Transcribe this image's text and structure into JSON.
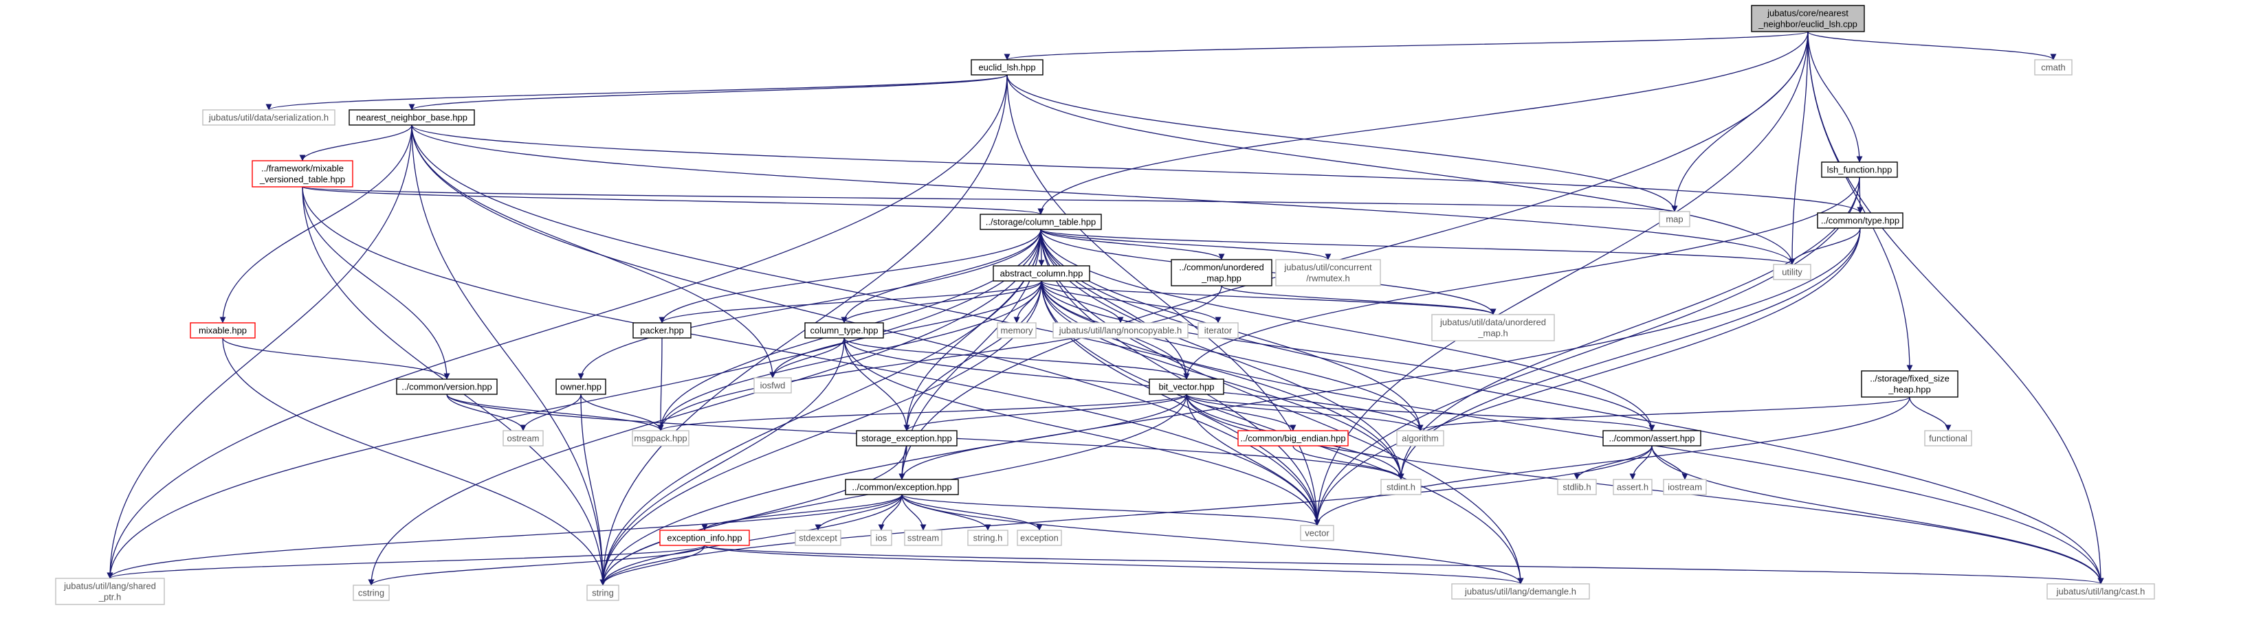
{
  "nodes": [
    {
      "id": "root",
      "style": "root",
      "lines": [
        "jubatus/core/nearest",
        "_neighbor/euclid_lsh.cpp"
      ]
    },
    {
      "id": "euclid_lsh_hpp",
      "style": "black",
      "lines": [
        "euclid_lsh.hpp"
      ]
    },
    {
      "id": "cmath",
      "style": "gray",
      "lines": [
        "cmath"
      ]
    },
    {
      "id": "serialization_h",
      "style": "gray",
      "lines": [
        "jubatus/util/data/serialization.h"
      ]
    },
    {
      "id": "nearest_neighbor_base_hpp",
      "style": "black",
      "lines": [
        "nearest_neighbor_base.hpp"
      ]
    },
    {
      "id": "lsh_function_hpp",
      "style": "black",
      "lines": [
        "lsh_function.hpp"
      ]
    },
    {
      "id": "versioned_table_hpp",
      "style": "red",
      "lines": [
        "../framework/mixable",
        "_versioned_table.hpp"
      ]
    },
    {
      "id": "map",
      "style": "gray",
      "lines": [
        "map"
      ]
    },
    {
      "id": "common_type_hpp",
      "style": "black",
      "lines": [
        "../common/type.hpp"
      ]
    },
    {
      "id": "column_table_hpp",
      "style": "black",
      "lines": [
        "../storage/column_table.hpp"
      ]
    },
    {
      "id": "utility",
      "style": "gray",
      "lines": [
        "utility"
      ]
    },
    {
      "id": "abstract_column_hpp",
      "style": "black",
      "lines": [
        "abstract_column.hpp"
      ]
    },
    {
      "id": "unordered_map_hpp",
      "style": "black",
      "lines": [
        "../common/unordered",
        "_map.hpp"
      ]
    },
    {
      "id": "rwmutex_h",
      "style": "gray",
      "lines": [
        "jubatus/util/concurrent",
        "/rwmutex.h"
      ]
    },
    {
      "id": "util_unordered_map_h",
      "style": "gray",
      "lines": [
        "jubatus/util/data/unordered",
        "_map.h"
      ]
    },
    {
      "id": "mixable_hpp",
      "style": "red",
      "lines": [
        "mixable.hpp"
      ]
    },
    {
      "id": "packer_hpp",
      "style": "black",
      "lines": [
        "packer.hpp"
      ]
    },
    {
      "id": "column_type_hpp",
      "style": "black",
      "lines": [
        "column_type.hpp"
      ]
    },
    {
      "id": "memory",
      "style": "gray",
      "lines": [
        "memory"
      ]
    },
    {
      "id": "noncopyable_h",
      "style": "gray",
      "lines": [
        "jubatus/util/lang/noncopyable.h"
      ]
    },
    {
      "id": "iterator",
      "style": "gray",
      "lines": [
        "iterator"
      ]
    },
    {
      "id": "iosfwd",
      "style": "gray",
      "lines": [
        "iosfwd"
      ]
    },
    {
      "id": "fixed_size_heap_hpp",
      "style": "black",
      "lines": [
        "../storage/fixed_size",
        "_heap.hpp"
      ]
    },
    {
      "id": "version_hpp",
      "style": "black",
      "lines": [
        "../common/version.hpp"
      ]
    },
    {
      "id": "owner_hpp",
      "style": "black",
      "lines": [
        "owner.hpp"
      ]
    },
    {
      "id": "bit_vector_hpp",
      "style": "black",
      "lines": [
        "bit_vector.hpp"
      ]
    },
    {
      "id": "functional",
      "style": "gray",
      "lines": [
        "functional"
      ]
    },
    {
      "id": "ostream",
      "style": "gray",
      "lines": [
        "ostream"
      ]
    },
    {
      "id": "msgpack_hpp",
      "style": "gray",
      "lines": [
        "msgpack.hpp"
      ]
    },
    {
      "id": "storage_exception_hpp",
      "style": "black",
      "lines": [
        "storage_exception.hpp"
      ]
    },
    {
      "id": "big_endian_hpp",
      "style": "red",
      "lines": [
        "../common/big_endian.hpp"
      ]
    },
    {
      "id": "algorithm",
      "style": "gray",
      "lines": [
        "algorithm"
      ]
    },
    {
      "id": "assert_hpp",
      "style": "black",
      "lines": [
        "../common/assert.hpp"
      ]
    },
    {
      "id": "stdint_h",
      "style": "gray",
      "lines": [
        "stdint.h"
      ]
    },
    {
      "id": "stdlib_h",
      "style": "gray",
      "lines": [
        "stdlib.h"
      ]
    },
    {
      "id": "assert_h",
      "style": "gray",
      "lines": [
        "assert.h"
      ]
    },
    {
      "id": "iostream",
      "style": "gray",
      "lines": [
        "iostream"
      ]
    },
    {
      "id": "exception_hpp",
      "style": "black",
      "lines": [
        "../common/exception.hpp"
      ]
    },
    {
      "id": "vector",
      "style": "gray",
      "lines": [
        "vector"
      ]
    },
    {
      "id": "exception_info_hpp",
      "style": "red",
      "lines": [
        "exception_info.hpp"
      ]
    },
    {
      "id": "stdexcept",
      "style": "gray",
      "lines": [
        "stdexcept"
      ]
    },
    {
      "id": "ios",
      "style": "gray",
      "lines": [
        "ios"
      ]
    },
    {
      "id": "sstream",
      "style": "gray",
      "lines": [
        "sstream"
      ]
    },
    {
      "id": "string_h",
      "style": "gray",
      "lines": [
        "string.h"
      ]
    },
    {
      "id": "exception",
      "style": "gray",
      "lines": [
        "exception"
      ]
    },
    {
      "id": "shared_ptr_h",
      "style": "gray",
      "lines": [
        "jubatus/util/lang/shared",
        "_ptr.h"
      ]
    },
    {
      "id": "cstring",
      "style": "gray",
      "lines": [
        "cstring"
      ]
    },
    {
      "id": "string",
      "style": "gray",
      "lines": [
        "string"
      ]
    },
    {
      "id": "demangle_h",
      "style": "gray",
      "lines": [
        "jubatus/util/lang/demangle.h"
      ]
    },
    {
      "id": "cast_h",
      "style": "gray",
      "lines": [
        "jubatus/util/lang/cast.h"
      ]
    }
  ],
  "edges": [
    [
      "root",
      "euclid_lsh_hpp"
    ],
    [
      "root",
      "cmath"
    ],
    [
      "root",
      "map"
    ],
    [
      "root",
      "utility"
    ],
    [
      "root",
      "column_table_hpp"
    ],
    [
      "root",
      "lsh_function_hpp"
    ],
    [
      "root",
      "fixed_size_heap_hpp"
    ],
    [
      "root",
      "exception_hpp"
    ],
    [
      "root",
      "vector"
    ],
    [
      "root",
      "cast_h"
    ],
    [
      "euclid_lsh_hpp",
      "serialization_h"
    ],
    [
      "euclid_lsh_hpp",
      "nearest_neighbor_base_hpp"
    ],
    [
      "euclid_lsh_hpp",
      "map"
    ],
    [
      "euclid_lsh_hpp",
      "utility"
    ],
    [
      "euclid_lsh_hpp",
      "vector"
    ],
    [
      "euclid_lsh_hpp",
      "string"
    ],
    [
      "euclid_lsh_hpp",
      "shared_ptr_h"
    ],
    [
      "nearest_neighbor_base_hpp",
      "versioned_table_hpp"
    ],
    [
      "nearest_neighbor_base_hpp",
      "mixable_hpp"
    ],
    [
      "nearest_neighbor_base_hpp",
      "common_type_hpp"
    ],
    [
      "nearest_neighbor_base_hpp",
      "utility"
    ],
    [
      "nearest_neighbor_base_hpp",
      "iosfwd"
    ],
    [
      "nearest_neighbor_base_hpp",
      "string"
    ],
    [
      "nearest_neighbor_base_hpp",
      "shared_ptr_h"
    ],
    [
      "nearest_neighbor_base_hpp",
      "vector"
    ],
    [
      "nearest_neighbor_base_hpp",
      "stdint_h"
    ],
    [
      "lsh_function_hpp",
      "common_type_hpp"
    ],
    [
      "lsh_function_hpp",
      "bit_vector_hpp"
    ],
    [
      "lsh_function_hpp",
      "stdint_h"
    ],
    [
      "lsh_function_hpp",
      "vector"
    ],
    [
      "versioned_table_hpp",
      "column_table_hpp"
    ],
    [
      "versioned_table_hpp",
      "map"
    ],
    [
      "versioned_table_hpp",
      "version_hpp"
    ],
    [
      "versioned_table_hpp",
      "string"
    ],
    [
      "versioned_table_hpp",
      "vector"
    ],
    [
      "common_type_hpp",
      "utility"
    ],
    [
      "common_type_hpp",
      "vector"
    ],
    [
      "common_type_hpp",
      "string"
    ],
    [
      "common_type_hpp",
      "stdint_h"
    ],
    [
      "column_table_hpp",
      "abstract_column_hpp"
    ],
    [
      "column_table_hpp",
      "unordered_map_hpp"
    ],
    [
      "column_table_hpp",
      "rwmutex_h"
    ],
    [
      "column_table_hpp",
      "util_unordered_map_h"
    ],
    [
      "column_table_hpp",
      "utility"
    ],
    [
      "column_table_hpp",
      "packer_hpp"
    ],
    [
      "column_table_hpp",
      "column_type_hpp"
    ],
    [
      "column_table_hpp",
      "owner_hpp"
    ],
    [
      "column_table_hpp",
      "bit_vector_hpp"
    ],
    [
      "column_table_hpp",
      "msgpack_hpp"
    ],
    [
      "column_table_hpp",
      "storage_exception_hpp"
    ],
    [
      "column_table_hpp",
      "algorithm"
    ],
    [
      "column_table_hpp",
      "assert_hpp"
    ],
    [
      "column_table_hpp",
      "stdint_h"
    ],
    [
      "column_table_hpp",
      "exception_hpp"
    ],
    [
      "column_table_hpp",
      "vector"
    ],
    [
      "column_table_hpp",
      "string"
    ],
    [
      "column_table_hpp",
      "cstring"
    ],
    [
      "column_table_hpp",
      "shared_ptr_h"
    ],
    [
      "column_table_hpp",
      "demangle_h"
    ],
    [
      "column_table_hpp",
      "cast_h"
    ],
    [
      "abstract_column_hpp",
      "memory"
    ],
    [
      "abstract_column_hpp",
      "noncopyable_h"
    ],
    [
      "abstract_column_hpp",
      "iterator"
    ],
    [
      "abstract_column_hpp",
      "iosfwd"
    ],
    [
      "abstract_column_hpp",
      "packer_hpp"
    ],
    [
      "abstract_column_hpp",
      "column_type_hpp"
    ],
    [
      "abstract_column_hpp",
      "bit_vector_hpp"
    ],
    [
      "abstract_column_hpp",
      "util_unordered_map_h"
    ],
    [
      "abstract_column_hpp",
      "msgpack_hpp"
    ],
    [
      "abstract_column_hpp",
      "storage_exception_hpp"
    ],
    [
      "abstract_column_hpp",
      "algorithm"
    ],
    [
      "abstract_column_hpp",
      "assert_hpp"
    ],
    [
      "abstract_column_hpp",
      "stdint_h"
    ],
    [
      "abstract_column_hpp",
      "vector"
    ],
    [
      "abstract_column_hpp",
      "string"
    ],
    [
      "abstract_column_hpp",
      "demangle_h"
    ],
    [
      "abstract_column_hpp",
      "cast_h"
    ],
    [
      "unordered_map_hpp",
      "util_unordered_map_h"
    ],
    [
      "unordered_map_hpp",
      "msgpack_hpp"
    ],
    [
      "mixable_hpp",
      "version_hpp"
    ],
    [
      "mixable_hpp",
      "string"
    ],
    [
      "packer_hpp",
      "msgpack_hpp"
    ],
    [
      "column_type_hpp",
      "iosfwd"
    ],
    [
      "column_type_hpp",
      "bit_vector_hpp"
    ],
    [
      "column_type_hpp",
      "storage_exception_hpp"
    ],
    [
      "column_type_hpp",
      "string"
    ],
    [
      "column_type_hpp",
      "vector"
    ],
    [
      "column_type_hpp",
      "algorithm"
    ],
    [
      "fixed_size_heap_hpp",
      "algorithm"
    ],
    [
      "fixed_size_heap_hpp",
      "functional"
    ],
    [
      "fixed_size_heap_hpp",
      "vector"
    ],
    [
      "version_hpp",
      "ostream"
    ],
    [
      "version_hpp",
      "msgpack_hpp"
    ],
    [
      "version_hpp",
      "stdint_h"
    ],
    [
      "owner_hpp",
      "ostream"
    ],
    [
      "owner_hpp",
      "msgpack_hpp"
    ],
    [
      "owner_hpp",
      "string"
    ],
    [
      "bit_vector_hpp",
      "msgpack_hpp"
    ],
    [
      "bit_vector_hpp",
      "storage_exception_hpp"
    ],
    [
      "bit_vector_hpp",
      "big_endian_hpp"
    ],
    [
      "bit_vector_hpp",
      "algorithm"
    ],
    [
      "bit_vector_hpp",
      "assert_hpp"
    ],
    [
      "bit_vector_hpp",
      "stdint_h"
    ],
    [
      "bit_vector_hpp",
      "exception_hpp"
    ],
    [
      "bit_vector_hpp",
      "vector"
    ],
    [
      "bit_vector_hpp",
      "string"
    ],
    [
      "bit_vector_hpp",
      "cast_h"
    ],
    [
      "storage_exception_hpp",
      "exception_hpp"
    ],
    [
      "storage_exception_hpp",
      "string"
    ],
    [
      "big_endian_hpp",
      "stdint_h"
    ],
    [
      "assert_hpp",
      "stdlib_h"
    ],
    [
      "assert_hpp",
      "assert_h"
    ],
    [
      "assert_hpp",
      "iostream"
    ],
    [
      "assert_hpp",
      "string"
    ],
    [
      "assert_hpp",
      "cast_h"
    ],
    [
      "exception_hpp",
      "exception_info_hpp"
    ],
    [
      "exception_hpp",
      "stdexcept"
    ],
    [
      "exception_hpp",
      "ios"
    ],
    [
      "exception_hpp",
      "sstream"
    ],
    [
      "exception_hpp",
      "string_h"
    ],
    [
      "exception_hpp",
      "exception"
    ],
    [
      "exception_hpp",
      "vector"
    ],
    [
      "exception_hpp",
      "string"
    ],
    [
      "exception_hpp",
      "shared_ptr_h"
    ],
    [
      "exception_hpp",
      "demangle_h"
    ],
    [
      "exception_info_hpp",
      "shared_ptr_h"
    ],
    [
      "exception_info_hpp",
      "cstring"
    ],
    [
      "exception_info_hpp",
      "string"
    ],
    [
      "exception_info_hpp",
      "demangle_h"
    ],
    [
      "exception_info_hpp",
      "cast_h"
    ]
  ]
}
